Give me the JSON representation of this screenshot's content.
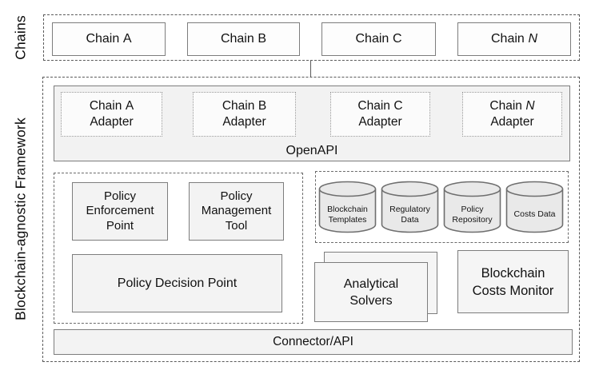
{
  "colors": {
    "background": "#ffffff",
    "box_fill": "#f3f3f3",
    "chain_box_fill": "#fdfdfd",
    "adapter_fill": "#fbfbfb",
    "cylinder_fill": "#e9e9e9",
    "solid_border": "#7d7d7d",
    "dashed_border": "#5a5a5a",
    "text": "#111111"
  },
  "chains_section": {
    "label": "Chains",
    "items": [
      {
        "prefix": "Chain",
        "name": "A",
        "italic": false
      },
      {
        "prefix": "Chain",
        "name": "B",
        "italic": false
      },
      {
        "prefix": "Chain",
        "name": "C",
        "italic": false
      },
      {
        "prefix": "Chain",
        "name": "N",
        "italic": true
      }
    ]
  },
  "framework_section": {
    "label": "Blockchain-agnostic Framework",
    "api_layer": {
      "label": "OpenAPI",
      "adapters": [
        {
          "prefix": "Chain",
          "name": "A",
          "role": "Adapter",
          "italic": false
        },
        {
          "prefix": "Chain",
          "name": "B",
          "role": "Adapter",
          "italic": false
        },
        {
          "prefix": "Chain",
          "name": "C",
          "role": "Adapter",
          "italic": false
        },
        {
          "prefix": "Chain",
          "name": "N",
          "role": "Adapter",
          "italic": true
        }
      ]
    },
    "policy_group": {
      "enforcement_point": "Policy Enforcement Point",
      "management_tool": "Policy Management Tool",
      "decision_point": "Policy Decision Point"
    },
    "data_stores": {
      "items": [
        "Blockchain Templates",
        "Regulatory Data",
        "Policy Repository",
        "Costs Data"
      ]
    },
    "analytics": {
      "solvers": "Analytical Solvers",
      "costs_monitor": "Blockchain Costs Monitor"
    },
    "connector_label": "Connector/API"
  }
}
